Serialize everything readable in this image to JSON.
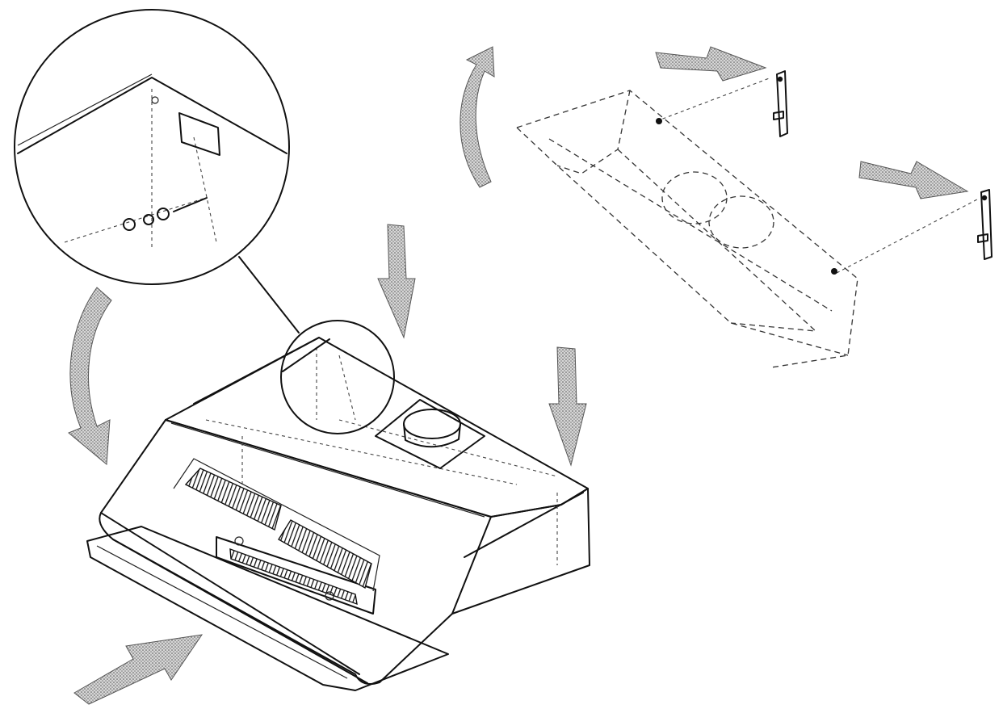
{
  "figure": {
    "subject": "range-hood-wall-mounting",
    "colors": {
      "line": "#111111",
      "arrow_fill": "#8c8c8c",
      "background": "#ffffff"
    },
    "icons": [
      "hood-body",
      "detail-zoom-circle",
      "mounting-bracket",
      "rotation-arrow",
      "push-arrow",
      "duct-collar"
    ]
  }
}
